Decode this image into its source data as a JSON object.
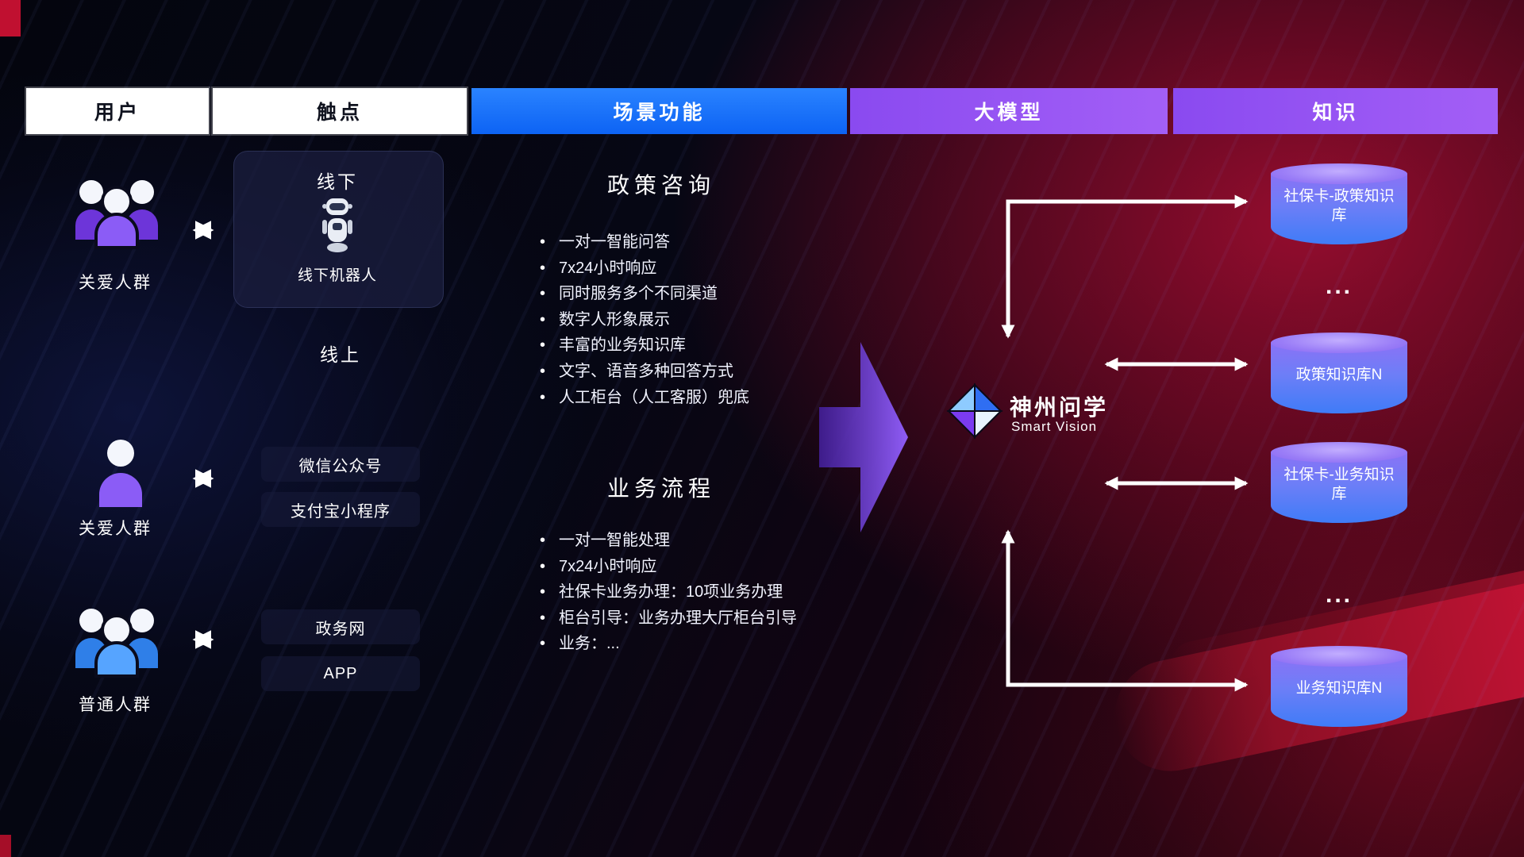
{
  "header": {
    "columns": [
      {
        "label": "用户"
      },
      {
        "label": "触点"
      },
      {
        "label": "场景功能"
      },
      {
        "label": "大模型"
      },
      {
        "label": "知识"
      }
    ]
  },
  "users": [
    {
      "label": "关爱人群"
    },
    {
      "label": "关爱人群"
    },
    {
      "label": "普通人群"
    }
  ],
  "touchpoints": {
    "offline_title": "线下",
    "offline_robot": "线下机器人",
    "online_title": "线上",
    "channels": [
      "微信公众号",
      "支付宝小程序",
      "政务网",
      "APP"
    ]
  },
  "scenarios": [
    {
      "title": "政策咨询",
      "items": [
        "一对一智能问答",
        "7x24小时响应",
        "同时服务多个不同渠道",
        "数字人形象展示",
        "丰富的业务知识库",
        "文字、语音多种回答方式",
        "人工柜台（人工客服）兜底"
      ]
    },
    {
      "title": "业务流程",
      "items": [
        "一对一智能处理",
        "7x24小时响应",
        "社保卡业务办理：10项业务办理",
        "柜台引导：业务办理大厅柜台引导",
        "业务：..."
      ]
    }
  ],
  "model": {
    "name": "神州问学",
    "subtitle": "Smart Vision"
  },
  "knowledge": {
    "cylinders": [
      "社保卡-政策知识库",
      "政策知识库N",
      "社保卡-业务知识库",
      "业务知识库N"
    ],
    "ellipsis": "..."
  },
  "colors": {
    "header_blue": "#1472f8",
    "header_purple": "#9050f2",
    "cylinder_top": "#a98cf8",
    "cylinder_bottom": "#3f7df8",
    "arrow_white": "#ffffff",
    "big_arrow_purple": "#8f5cf5",
    "accent_red": "#c01030"
  }
}
